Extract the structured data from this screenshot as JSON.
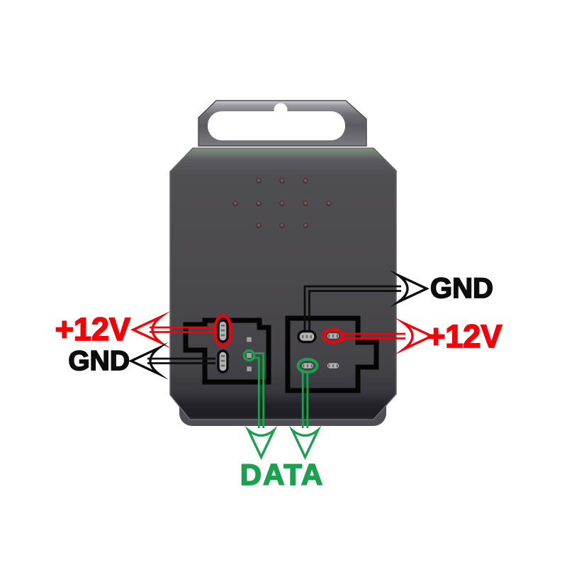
{
  "diagram": {
    "callouts": [
      {
        "label": "+12V",
        "signal": "power",
        "side": "left"
      },
      {
        "label": "GND",
        "signal": "ground",
        "side": "left"
      },
      {
        "label": "GND",
        "signal": "ground",
        "side": "right"
      },
      {
        "label": "+12V",
        "signal": "power",
        "side": "right"
      },
      {
        "label": "DATA",
        "signal": "data",
        "side": "bottom"
      }
    ],
    "colors": {
      "power": "#f40009",
      "ground": "#0d0d0d",
      "data": "#1aa14d",
      "outline": "#050505",
      "pin_metal": "#b4b4b4",
      "body": "#4a494e",
      "body_dark_band": "#232229",
      "vent_dot": "#8a5c4c",
      "background": "#ffffff"
    }
  }
}
